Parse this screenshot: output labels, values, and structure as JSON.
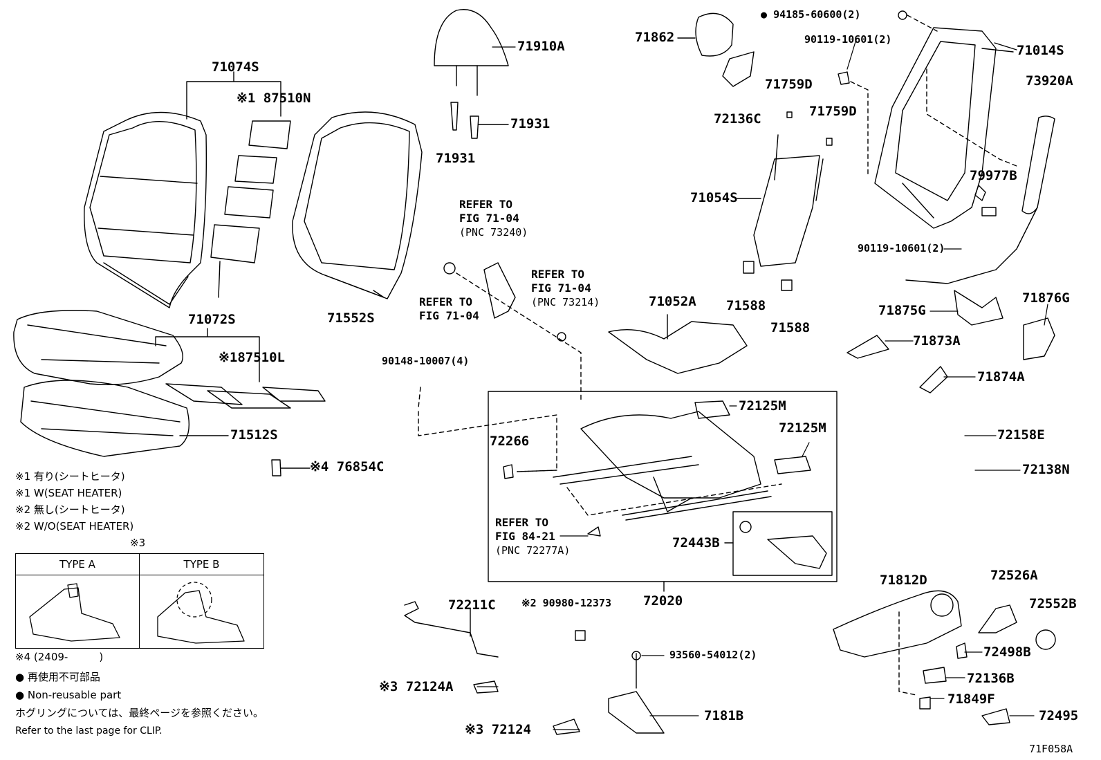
{
  "labels": {
    "p71074S": "71074S",
    "p87510N": "※1 87510N",
    "p71910A": "71910A",
    "p71931a": "71931",
    "p71931b": "71931",
    "p71862": "71862",
    "p94185": "94185-60600(2)",
    "p90119a": "90119-10601(2)",
    "p71014S": "71014S",
    "p73920A": "73920A",
    "p72136C": "72136C",
    "p71759Da": "71759D",
    "p71759Db": "71759D",
    "p79977B": "79977B",
    "p71054S": "71054S",
    "p90119b": "90119-10601(2)",
    "p71072S": "71072S",
    "p71552S": "71552S",
    "p87510L": "※187510L",
    "p71512S": "71512S",
    "p76854C": "※4 76854C",
    "p71052A": "71052A",
    "p71588a": "71588",
    "p71588b": "71588",
    "p71875G": "71875G",
    "p71876G": "71876G",
    "p71873A": "71873A",
    "p71874A": "71874A",
    "p90148": "90148-10007(4)",
    "p72125Ma": "72125M",
    "p72125Mb": "72125M",
    "p72266": "72266",
    "p72158E": "72158E",
    "p72138N": "72138N",
    "p72443B": "72443B",
    "p72020": "72020",
    "p71812D": "71812D",
    "p72526A": "72526A",
    "p72552B": "72552B",
    "p72211C": "72211C",
    "p90980": "※2 90980-12373",
    "p72498B": "72498B",
    "p72136B": "72136B",
    "p93560": "93560-54012(2)",
    "p72124A": "※3 72124A",
    "p71849F": "71849F",
    "p72495": "72495",
    "p72124": "※3 72124",
    "p7181B": "7181B",
    "fig_id": "71F058A"
  },
  "refs": {
    "r1": {
      "line1": "REFER TO",
      "line2": "FIG 71-04",
      "line3": "(PNC 73240)"
    },
    "r2": {
      "line1": "REFER TO",
      "line2": "FIG 71-04",
      "line3": "(PNC 73214)"
    },
    "r3": {
      "line1": "REFER TO",
      "line2": "FIG 71-04"
    },
    "r4": {
      "line1": "REFER TO",
      "line2": "FIG 84-21",
      "line3": "(PNC 72277A)"
    }
  },
  "notes": {
    "n1": "※1 有り(シートヒータ)",
    "n2": "※1 W(SEAT HEATER)",
    "n3": "※2 無し(シートヒータ)",
    "n4": "※2 W/O(SEAT HEATER)",
    "n5": "※3",
    "n6": "※4 (2409-　　　)",
    "n7": "● 再使用不可部品",
    "n8": "● Non-reusable part",
    "n9": "ホグリングについては、最終ページを参照ください。",
    "n10": "Refer to the last page for CLIP."
  },
  "legend": {
    "type_a": "TYPE A",
    "type_b": "TYPE B"
  }
}
